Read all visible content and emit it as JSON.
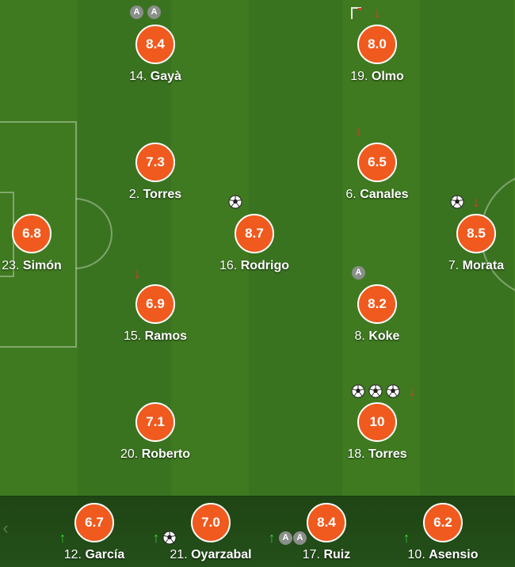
{
  "colors": {
    "rating_bg": "#f05a1e",
    "pitch": "#3f7a20",
    "bench": "#24501a",
    "sub_out": "#e8352a",
    "sub_in": "#2fd12f"
  },
  "players": [
    {
      "id": "gaya",
      "num": "14.",
      "name": "Gayà",
      "rating": "8.4"
    },
    {
      "id": "olmo",
      "num": "19.",
      "name": "Olmo",
      "rating": "8.0"
    },
    {
      "id": "torres2",
      "num": "2.",
      "name": "Torres",
      "rating": "7.3"
    },
    {
      "id": "canales",
      "num": "6.",
      "name": "Canales",
      "rating": "6.5"
    },
    {
      "id": "simon",
      "num": "23.",
      "name": "Simón",
      "rating": "6.8"
    },
    {
      "id": "rodrigo",
      "num": "16.",
      "name": "Rodrigo",
      "rating": "8.7"
    },
    {
      "id": "morata",
      "num": "7.",
      "name": "Morata",
      "rating": "8.5"
    },
    {
      "id": "ramos",
      "num": "15.",
      "name": "Ramos",
      "rating": "6.9"
    },
    {
      "id": "koke",
      "num": "8.",
      "name": "Koke",
      "rating": "8.2"
    },
    {
      "id": "roberto",
      "num": "20.",
      "name": "Roberto",
      "rating": "7.1"
    },
    {
      "id": "torres18",
      "num": "18.",
      "name": "Torres",
      "rating": "10"
    }
  ],
  "bench": [
    {
      "id": "garcia",
      "num": "12.",
      "name": "García",
      "rating": "6.7"
    },
    {
      "id": "oyarzabal",
      "num": "21.",
      "name": "Oyarzabal",
      "rating": "7.0"
    },
    {
      "id": "ruiz",
      "num": "17.",
      "name": "Ruiz",
      "rating": "8.4"
    },
    {
      "id": "asensio",
      "num": "10.",
      "name": "Asensio",
      "rating": "6.2"
    }
  ],
  "icons": {
    "assist_letter": "A",
    "prev_arrow": "‹",
    "arrow_down": "↓",
    "arrow_up": "↑"
  }
}
